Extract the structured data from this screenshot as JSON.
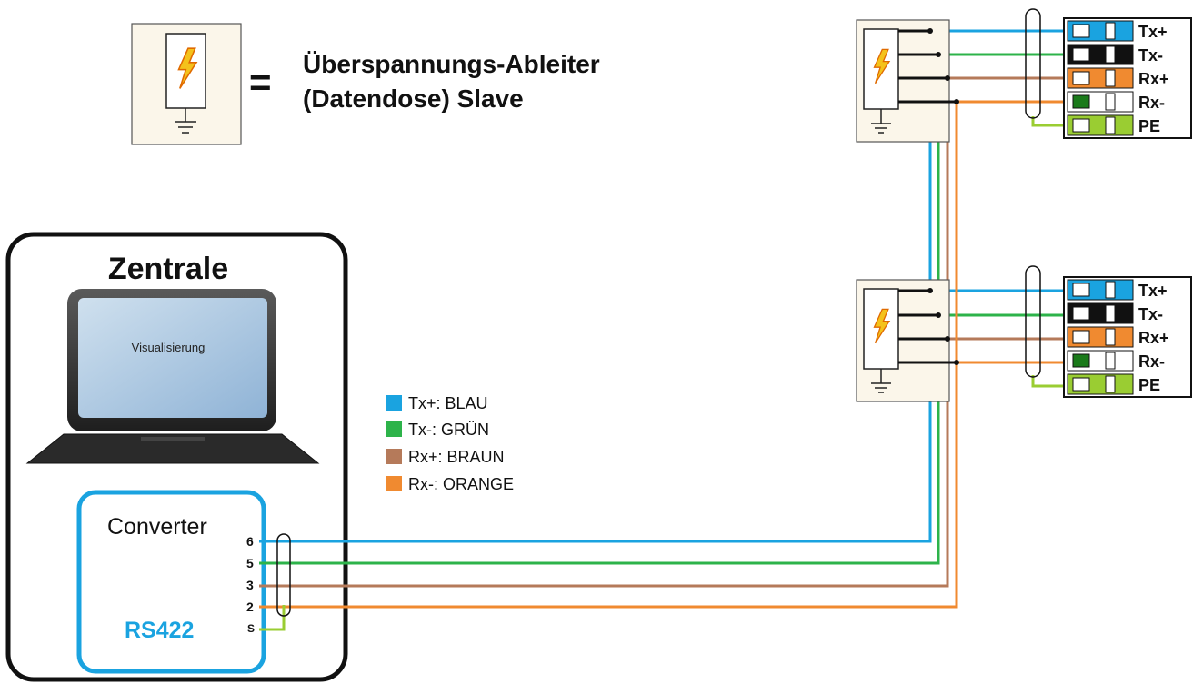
{
  "legend_top": {
    "symbol": "surge-arrester-icon",
    "equals": "=",
    "line1": "Überspannungs-Ableiter",
    "line2": "(Datendose) Slave"
  },
  "central": {
    "title": "Zentrale",
    "screen_label": "Visualisierung",
    "converter_label": "Converter",
    "converter_type": "RS422",
    "pins": [
      "6",
      "5",
      "3",
      "2",
      "S"
    ]
  },
  "wire_legend": [
    {
      "label": "Tx+: BLAU",
      "color": "#1aa3e0"
    },
    {
      "label": "Tx-:  GRÜN",
      "color": "#2db34a"
    },
    {
      "label": "Rx+: BRAUN",
      "color": "#b57a5a"
    },
    {
      "label": "Rx-:  ORANGE",
      "color": "#f08a30"
    }
  ],
  "terminals": {
    "labels": [
      "Tx+",
      "Tx-",
      "Rx+",
      "Rx-",
      "PE"
    ]
  },
  "colors": {
    "blue": "#1aa3e0",
    "green": "#2db34a",
    "brown": "#b57a5a",
    "orange": "#f08a30",
    "shield": "#9acd32",
    "arrester_bg": "#fbf6ea",
    "bolt": "#f4c21b",
    "converter_border": "#1aa3e0"
  }
}
